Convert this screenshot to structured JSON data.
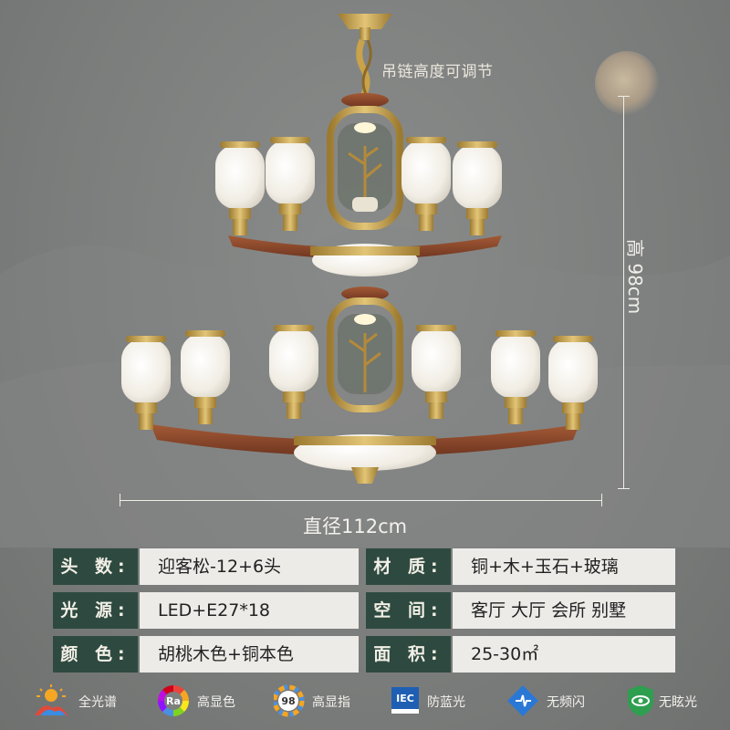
{
  "annotations": {
    "chain_note": "吊链高度可调节",
    "height": "高 98cm",
    "diameter": "直径112cm"
  },
  "specs": [
    {
      "label": "头 数:",
      "value": "迎客松-12+6头"
    },
    {
      "label": "材 质:",
      "value": "铜+木+玉石+玻璃"
    },
    {
      "label": "光 源:",
      "value": "LED+E27*18"
    },
    {
      "label": "空 间:",
      "value": "客厅 大厅 会所 别墅"
    },
    {
      "label": "颜 色:",
      "value": "胡桃木色+铜本色"
    },
    {
      "label": "面 积:",
      "value": "25-30㎡"
    }
  ],
  "features": [
    {
      "icon": "full-spectrum-icon",
      "label": "全光谱"
    },
    {
      "icon": "ra-color-icon",
      "label": "高显色",
      "badge": "Ra"
    },
    {
      "icon": "cri-98-icon",
      "label": "高显指",
      "badge": "98"
    },
    {
      "icon": "iec-certification-icon",
      "label": "防蓝光",
      "badge": "IEC"
    },
    {
      "icon": "no-flicker-icon",
      "label": "无频闪"
    },
    {
      "icon": "anti-glare-icon",
      "label": "无眩光"
    }
  ],
  "colors": {
    "background": "#7d7f7e",
    "label_bg": "#2e4a40",
    "value_bg": "#ecebe8",
    "brass": "#c9a24a",
    "walnut": "#8a4a2e",
    "shade": "#f4f1ea"
  }
}
